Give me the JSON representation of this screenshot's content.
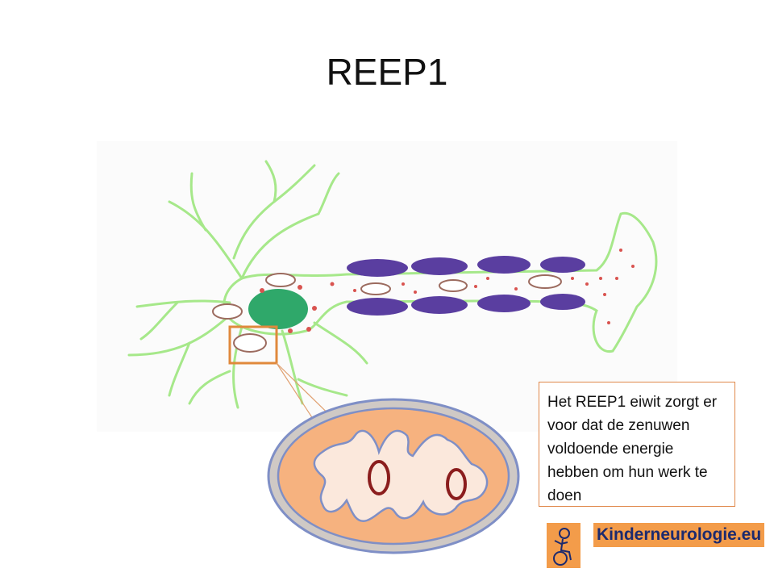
{
  "slide": {
    "title": "REEP1",
    "callout": "Het REEP1 eiwit zorgt er voor dat de zenuwen voldoende energie hebben om hun werk te doen",
    "logo_text": "Kinderneurologie.eu"
  },
  "colors": {
    "neuron_outline": "#a6e88a",
    "nucleus": "#2fa86a",
    "myelin": "#5a3ea0",
    "mitochondrion": "#9c6b5f",
    "dots": "#d9534f",
    "highlight_box": "#e0893c",
    "mito_body": "#f6b27f",
    "mito_outer": "#7f8fc6",
    "mito_intermembrane": "#cfc9c5",
    "mito_cristae": "#fbe8dc",
    "mito_dna": "#8b1d1d",
    "logo_bg": "#f39c4a",
    "logo_text": "#1c2a6e"
  },
  "icons": [
    "child-wheelchair-icon"
  ]
}
